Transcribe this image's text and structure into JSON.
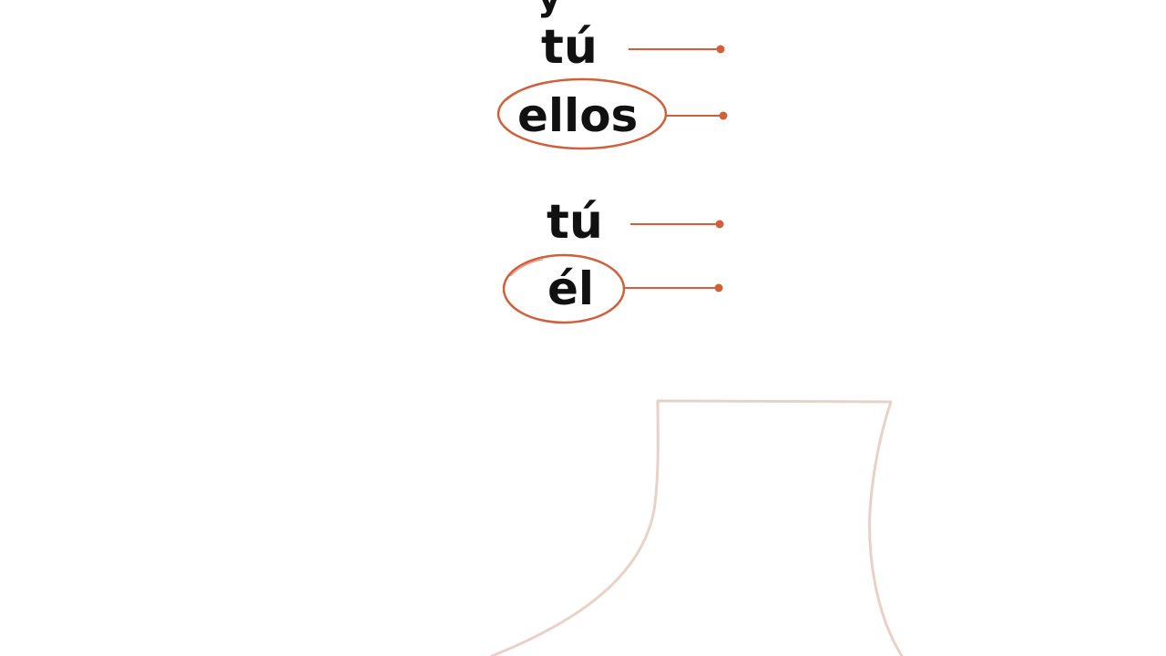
{
  "words": {
    "top_fragment": "y",
    "tu_1": "tú",
    "ellos": "ellos",
    "tu_2": "tú",
    "el": "él"
  },
  "colors": {
    "accent": "#d0603a",
    "text": "#111111",
    "sketch": "#e8d2c8",
    "background": "#ffffff"
  }
}
